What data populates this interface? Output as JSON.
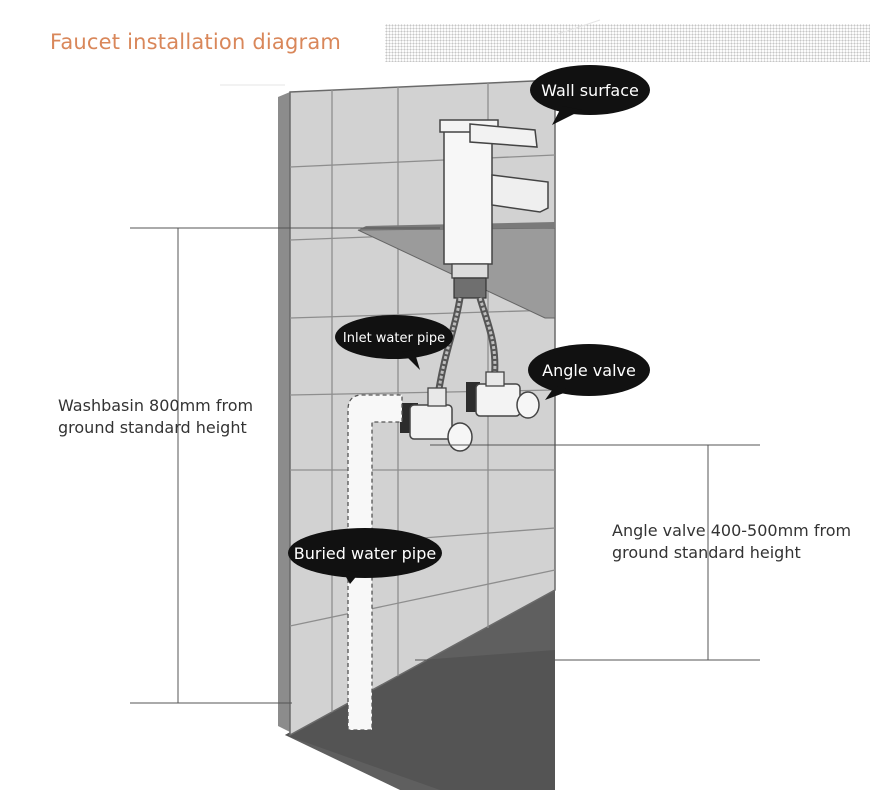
{
  "title": "Faucet installation diagram",
  "callouts": {
    "wall_surface": "Wall surface",
    "inlet_water_pipe": "Inlet water pipe",
    "angle_valve": "Angle valve",
    "buried_water_pipe": "Buried water pipe"
  },
  "dimensions": {
    "washbasin_line1": "Washbasin 800mm from",
    "washbasin_line2": "ground standard height",
    "angle_valve_line1": "Angle valve 400-500mm from",
    "angle_valve_line2": "ground standard height"
  },
  "colors": {
    "title": "#d9875a",
    "wall_tile": "#d2d2d2",
    "floor": "#5f5f5f",
    "callout_bubble": "#111111"
  }
}
